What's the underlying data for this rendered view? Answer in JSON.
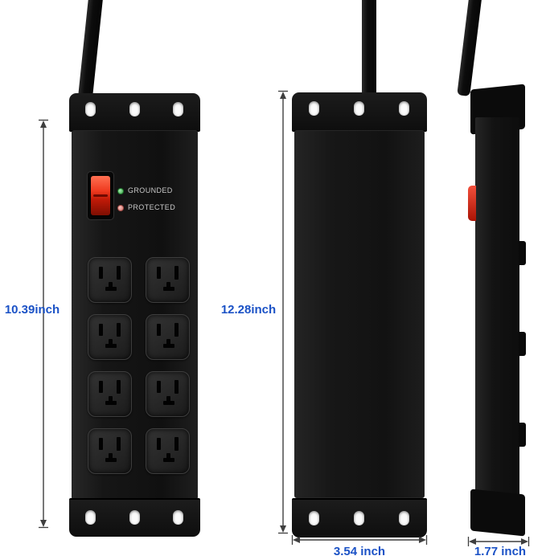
{
  "colors": {
    "background": "#ffffff",
    "body_black": "#161616",
    "switch_red": "#d92b18",
    "led_grounded_green": "#4db858",
    "led_protected_red": "#dd8a84",
    "dimension_text_blue": "#1b52c6",
    "indicator_text_gray": "#c9c9c9"
  },
  "front_view": {
    "height_dimension_label": "10.39inch",
    "indicator_grounded_label": "GROUNDED",
    "indicator_protected_label": "PROTECTED"
  },
  "back_view": {
    "height_dimension_label": "12.28inch",
    "width_dimension_label": "3.54 inch"
  },
  "side_view": {
    "depth_dimension_label": "1.77 inch"
  }
}
